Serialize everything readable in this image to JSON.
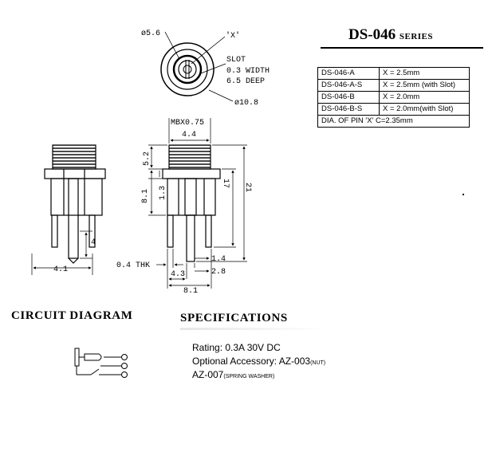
{
  "series": {
    "model": "DS-046",
    "suffix": "SERIES"
  },
  "table": {
    "rows": [
      {
        "code": "DS-046-A",
        "value": "X = 2.5mm"
      },
      {
        "code": "DS-046-A-S",
        "value": "X = 2.5mm (with Slot)"
      },
      {
        "code": "DS-046-B",
        "value": "X = 2.0mm"
      },
      {
        "code": "DS-046-B-S",
        "value": "X = 2.0mm(with Slot)"
      }
    ],
    "footer": "DIA. OF PIN 'X' C=2.35mm"
  },
  "drawing": {
    "top_view": {
      "diameter_outer": "ø5.6",
      "pin_label": "'X'",
      "slot_line1": "SLOT",
      "slot_line2": "0.3 WIDTH",
      "slot_line3": "6.5 DEEP",
      "diameter_flange": "ø10.8"
    },
    "side_left": {
      "dim_width": "4.1",
      "dim_pin": "4"
    },
    "side_right": {
      "thread": "MBX0.75",
      "dim_44": "4.4",
      "dim_52": "5.2",
      "dim_81_v": "8.1",
      "dim_13": "1.3",
      "dim_17": "17",
      "dim_21": "21",
      "dim_04": "0.4 THK",
      "dim_14": "1.4",
      "dim_28": "2.8",
      "dim_43": "4.3",
      "dim_81_h": "8.1"
    }
  },
  "circuit": {
    "heading": "CIRCUIT  DIAGRAM"
  },
  "specs": {
    "heading": "SPECIFICATIONS",
    "rating": "Rating: 0.3A 30V DC",
    "accessory_main": "Optional Accessory: AZ-003",
    "accessory_main_note": "(NUT)",
    "accessory_second": "AZ-007",
    "accessory_second_note": "(SPRING WASHER)"
  }
}
